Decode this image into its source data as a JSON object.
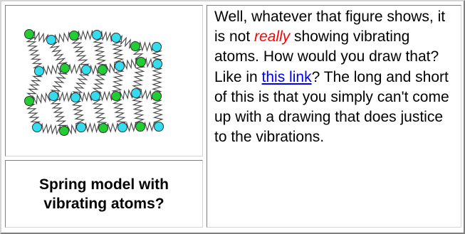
{
  "figure": {
    "image": "spring-lattice-diagram",
    "atom_colors": {
      "green": "#22cc33",
      "cyan": "#33ddee"
    },
    "spring_color": "#444444"
  },
  "caption": {
    "line1": "Spring model with",
    "line2": "vibrating atoms?"
  },
  "paragraph": {
    "part1": "Well, whatever that figure shows, it is not ",
    "emphasis": "really",
    "part2": " showing vibrating atoms. How would you draw that? Like in ",
    "link_text": "this link",
    "part3": "? The long and short of this is that you simply can't come up with a drawing that does justice to the vibrations."
  }
}
